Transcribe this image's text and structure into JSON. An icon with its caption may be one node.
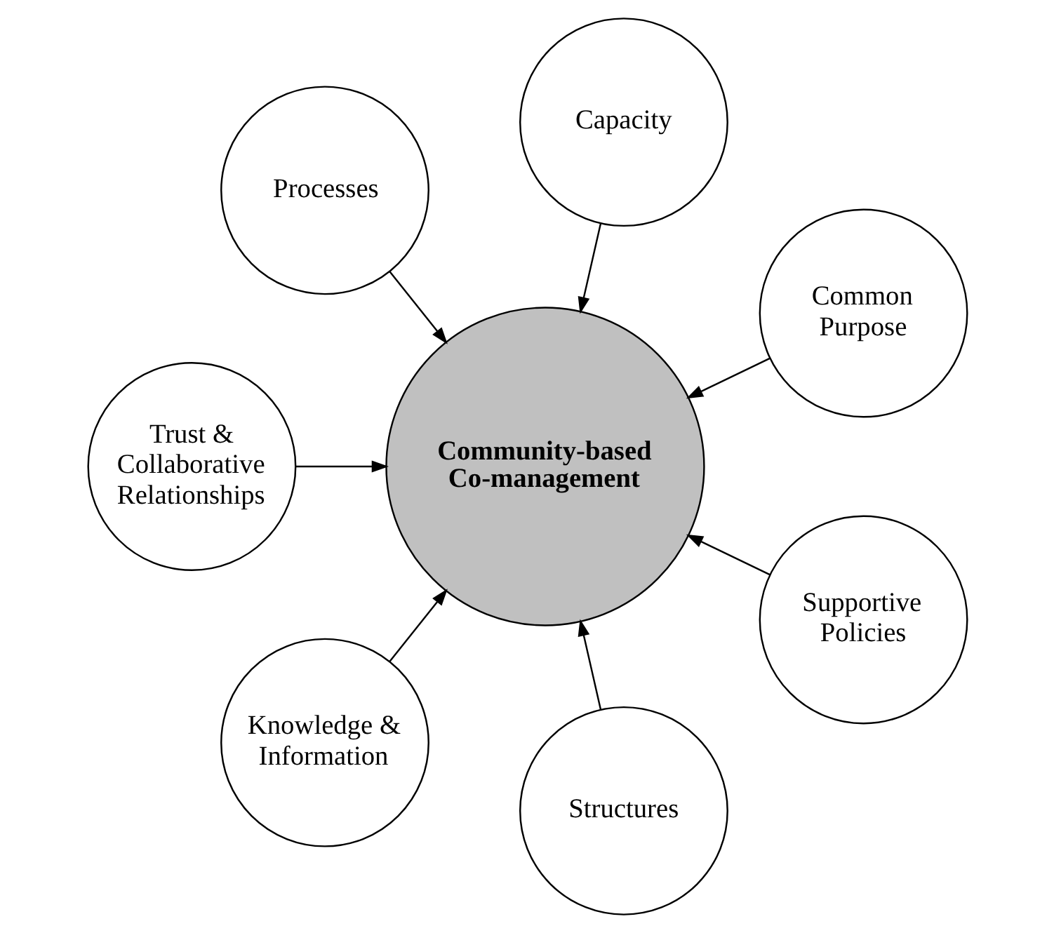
{
  "diagram": {
    "nodes": [
      {
        "text": [
          "Common Purpose"
        ]
      },
      {
        "text": [
          "Capacity"
        ]
      },
      {
        "text": [
          "Processes"
        ]
      },
      {
        "text": [
          "Community-based Co-management"
        ]
      },
      {
        "text": [
          "Trust & Collaborative Relationships"
        ]
      },
      {
        "text": [
          "Knowledge & Information"
        ]
      },
      {
        "text": [
          "Structures"
        ]
      },
      {
        "text": [
          "Supportive Policies"
        ]
      }
    ],
    "edges": [
      {
        "from": 0,
        "to": 3,
        "arrow": "to"
      },
      {
        "from": 1,
        "to": 3,
        "arrow": "to"
      },
      {
        "from": 2,
        "to": 3,
        "arrow": "to"
      },
      {
        "from": 4,
        "to": 3,
        "arrow": "to"
      },
      {
        "from": 5,
        "to": 3,
        "arrow": "to"
      },
      {
        "from": 6,
        "to": 3,
        "arrow": "to"
      },
      {
        "from": 7,
        "to": 3,
        "arrow": "to"
      }
    ]
  }
}
